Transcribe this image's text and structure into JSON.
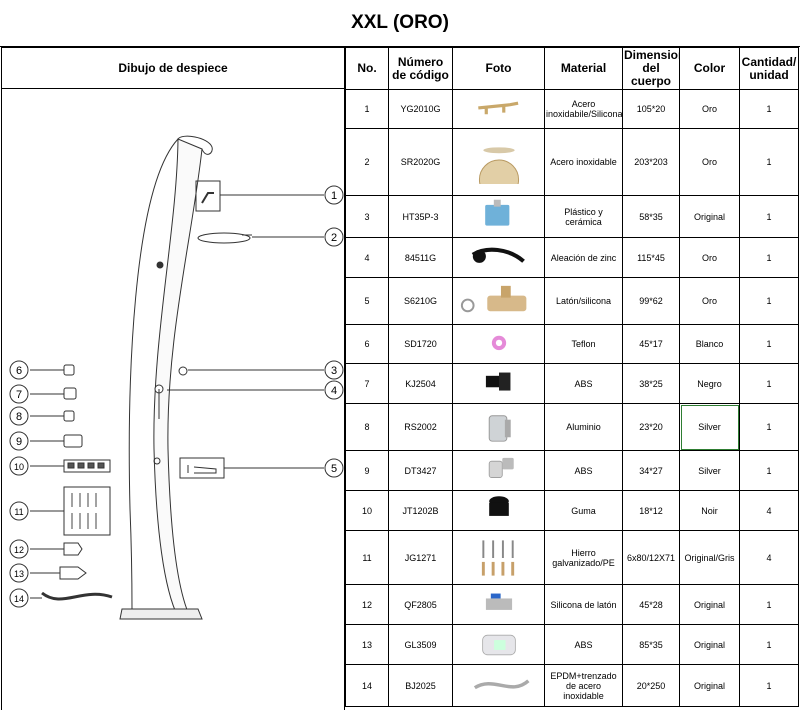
{
  "title": "XXL (ORO)",
  "diagram_header": "Dibujo de despiece",
  "columns": {
    "no": "No.",
    "code": "Número de código",
    "photo": "Foto",
    "material": "Material",
    "dims": "Dimensiones del cuerpo",
    "color": "Color",
    "qty": "Cantidad/ unidad"
  },
  "rows": [
    {
      "no": "1",
      "code": "YG2010G",
      "photo": "faucet-spout-icon",
      "material": "Acero inoxidabile/Silicona",
      "dims": "105*20",
      "color": "Oro",
      "qty": "1"
    },
    {
      "no": "2",
      "code": "SR2020G",
      "photo": "shower-head-icon",
      "material": "Acero inoxidable",
      "dims": "203*203",
      "color": "Oro",
      "qty": "1"
    },
    {
      "no": "3",
      "code": "HT35P-3",
      "photo": "valve-cartridge-icon",
      "material": "Plástico y cerámica",
      "dims": "58*35",
      "color": "Original",
      "qty": "1"
    },
    {
      "no": "4",
      "code": "84511G",
      "photo": "lever-handle-icon",
      "material": "Aleación de zinc",
      "dims": "115*45",
      "color": "Oro",
      "qty": "1"
    },
    {
      "no": "5",
      "code": "S6210G",
      "photo": "angle-valve-icon",
      "material": "Latón/silicona",
      "dims": "99*62",
      "color": "Oro",
      "qty": "1"
    },
    {
      "no": "6",
      "code": "SD1720",
      "photo": "teflon-tape-icon",
      "material": "Teflon",
      "dims": "45*17",
      "color": "Blanco",
      "qty": "1"
    },
    {
      "no": "7",
      "code": "KJ2504",
      "photo": "hose-connector-icon",
      "material": "ABS",
      "dims": "38*25",
      "color": "Negro",
      "qty": "1"
    },
    {
      "no": "8",
      "code": "RS2002",
      "photo": "threaded-adapter-icon",
      "material": "Aluminio",
      "dims": "23*20",
      "color": "Silver",
      "qty": "1"
    },
    {
      "no": "9",
      "code": "DT3427",
      "photo": "quick-coupler-icon",
      "material": "ABS",
      "dims": "34*27",
      "color": "Silver",
      "qty": "1"
    },
    {
      "no": "10",
      "code": "JT1202B",
      "photo": "rubber-foot-icon",
      "material": "Guma",
      "dims": "18*12",
      "color": "Noir",
      "qty": "4"
    },
    {
      "no": "11",
      "code": "JG1271",
      "photo": "screw-anchor-set-icon",
      "material": "Hierro galvanizado/PE",
      "dims": "6x80/12X71",
      "color": "Original/Gris",
      "qty": "4"
    },
    {
      "no": "12",
      "code": "QF2805",
      "photo": "ball-valve-icon",
      "material": "Silicona de latón",
      "dims": "45*28",
      "color": "Original",
      "qty": "1"
    },
    {
      "no": "13",
      "code": "GL3509",
      "photo": "filter-icon",
      "material": "ABS",
      "dims": "85*35",
      "color": "Original",
      "qty": "1"
    },
    {
      "no": "14",
      "code": "BJ2025",
      "photo": "braided-hose-icon",
      "material": "EPDM+trenzado de acero inoxidable",
      "dims": "20*250",
      "color": "Original",
      "qty": "1"
    }
  ],
  "callouts": [
    "1",
    "2",
    "3",
    "4",
    "5",
    "6",
    "7",
    "8",
    "9",
    "10",
    "11",
    "12",
    "13",
    "14"
  ],
  "colors": {
    "gold": "#c9a86a",
    "border": "#000000",
    "selection": "#2e7d32"
  }
}
